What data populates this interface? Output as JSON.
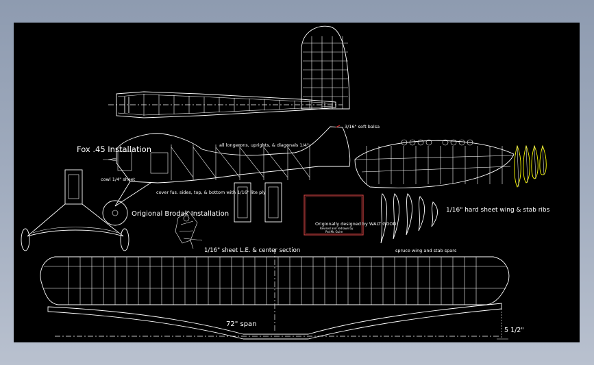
{
  "drawing": {
    "labels": {
      "engine": "Fox .45 Installation",
      "soft_balsa": "3/16\" soft balsa",
      "longerons": "all longerons, uprights, & diagonals 1/4\"",
      "cowl": "cowl 1/4\" sheet",
      "cover_fuse": "cover fus. sides, top, & bottom with 1/16\" lite ply",
      "original_install": "Origional Brodak Installation",
      "ribs_note": "1/16\" hard sheet wing & stab ribs",
      "sheet_le": "1/16\" sheet L.E. & center section",
      "spars": "spruce wing and stab spars",
      "span": "72\" span",
      "dihedral": "5 1/2\"",
      "designer_line1": "Origionally designed by WALT GOOD",
      "designer_line2": "Revised and redrawn by",
      "designer_line3": "Pat Mc Guire"
    },
    "colors": {
      "background": "#000000",
      "lines": "#ffffff",
      "accent_yellow": "#ffff00",
      "accent_red": "#ff2020",
      "title_box": "#c84040"
    }
  }
}
